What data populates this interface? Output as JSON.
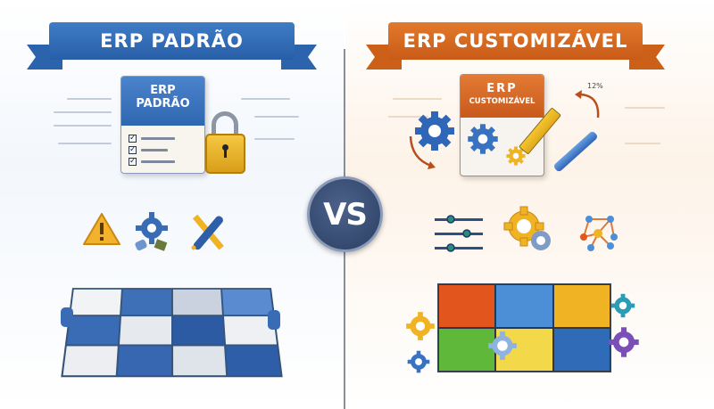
{
  "left": {
    "ribbon_title": "ERP PADRÃO",
    "box_label_line1": "ERP",
    "box_label_line2": "PADRÃO",
    "color_primary": "#2f66b0",
    "icons": [
      "warning-icon",
      "broken-gear-icon",
      "tools-icon"
    ],
    "puzzle_colors": [
      "#f2f3f5",
      "#3e70b8",
      "#c9d2de",
      "#5a8ad0",
      "#3a6bb5",
      "#e6e9ee",
      "#2d5ba3",
      "#eef0f3",
      "#eceef2",
      "#3767b0",
      "#dfe3ea",
      "#2f5ea8"
    ]
  },
  "vs_label": "VS",
  "right": {
    "ribbon_title": "ERP CUSTOMIZÁVEL",
    "box_label_line1": "ERP",
    "box_label_line2": "CUSTOMIZÁVEL",
    "color_primary": "#c95b17",
    "percentage_label": "12%",
    "icons": [
      "sliders-icon",
      "gears-icon",
      "network-icon"
    ],
    "puzzle_colors": [
      "#e2561d",
      "#4d8fd6",
      "#f0b323",
      "#5fb83a",
      "#f3d94a",
      "#2f6bb6"
    ]
  }
}
